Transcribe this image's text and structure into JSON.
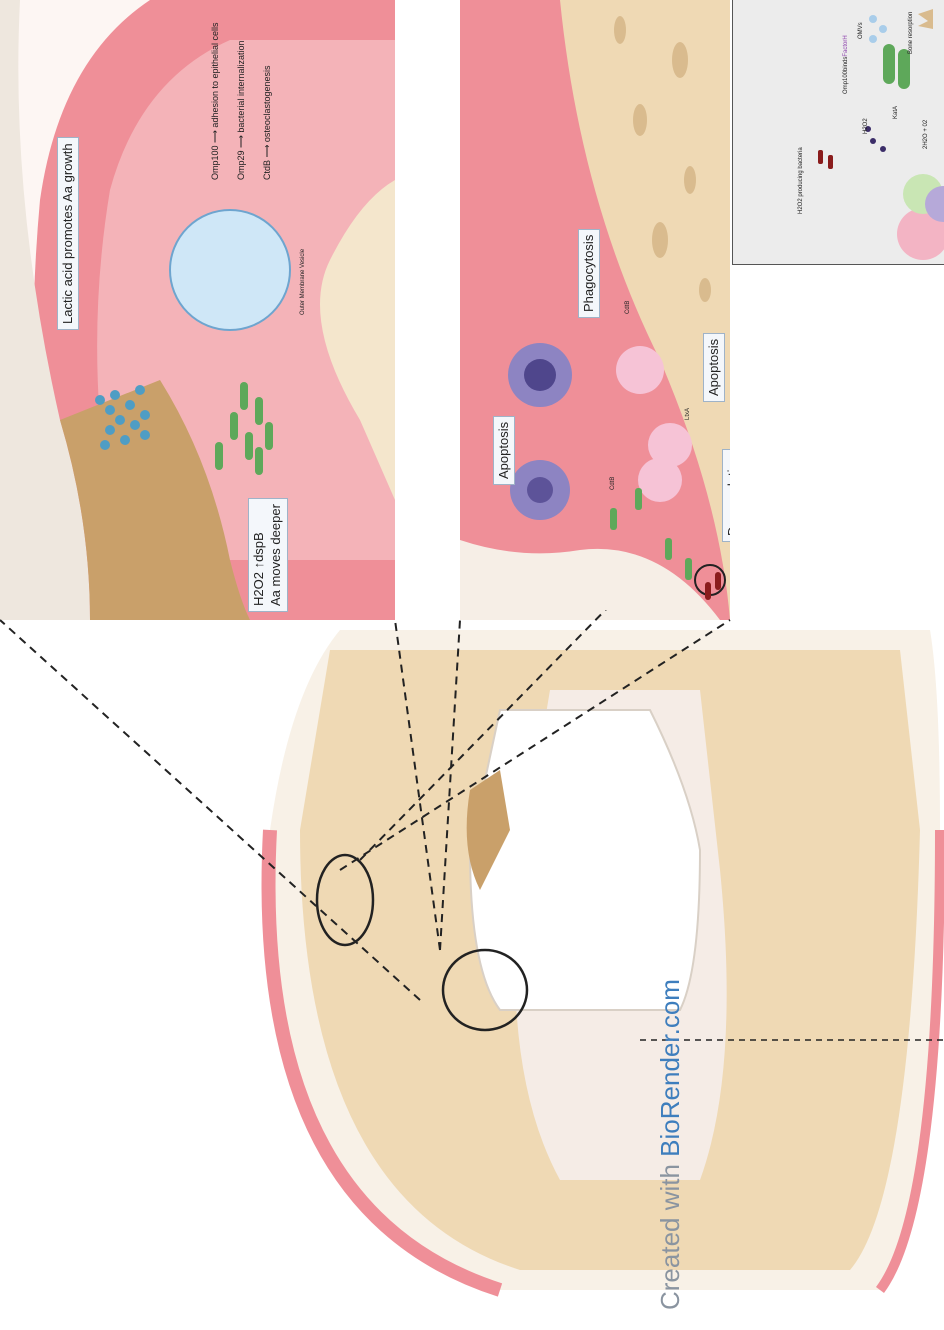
{
  "panel_top": {
    "lactic_label": "Lactic acid promotes Aa growth",
    "h2o2_label_line1": "H2O2 ↑dspB",
    "h2o2_label_line2": "Aa moves deeper",
    "omv_caption": "Outer Membrane Vesicle",
    "factors": [
      {
        "name": "Omp100",
        "effect": "adhesion to epithelial cells"
      },
      {
        "name": "Omp29",
        "effect": "bacterial internalization"
      },
      {
        "name": "CtdB",
        "effect": "osteoclastogenesis"
      }
    ]
  },
  "panel_mid": {
    "apoptosis_left": "Apoptosis",
    "phagocytosis": "Phagocytosis",
    "apoptosis_right": "Apoptosis",
    "degranulation": "Degranulation",
    "cdtb_top": "CdtB",
    "cdtb_bottom": "CdtB",
    "ltxa": "LtxA"
  },
  "panel_right": {
    "h2o2_bacteria": "H2O2 producing bacteria",
    "h2o2": "H2O2",
    "kata": "KatA",
    "water": "2H2O + 02",
    "omp_binds_prefix": "Omp100",
    "omp_binds_mid": "binds",
    "omp_binds_suffix": "FactorH",
    "omvs": "OMVs",
    "bone_resorption": "Bone resorption"
  },
  "credit": {
    "prefix": "Created with ",
    "brand": "BioRender.com"
  },
  "colors": {
    "gum": "#e8808a",
    "gum_light": "#f2b1b5",
    "bone": "#f2e4cc",
    "bone_spot": "#d9bb8e",
    "calculus": "#c9a06a",
    "bacteria_green": "#5ea85a",
    "bacteria_red": "#8a1c1c",
    "cocci_blue": "#4f9dc4",
    "brand_blue": "#3e7ebd"
  }
}
